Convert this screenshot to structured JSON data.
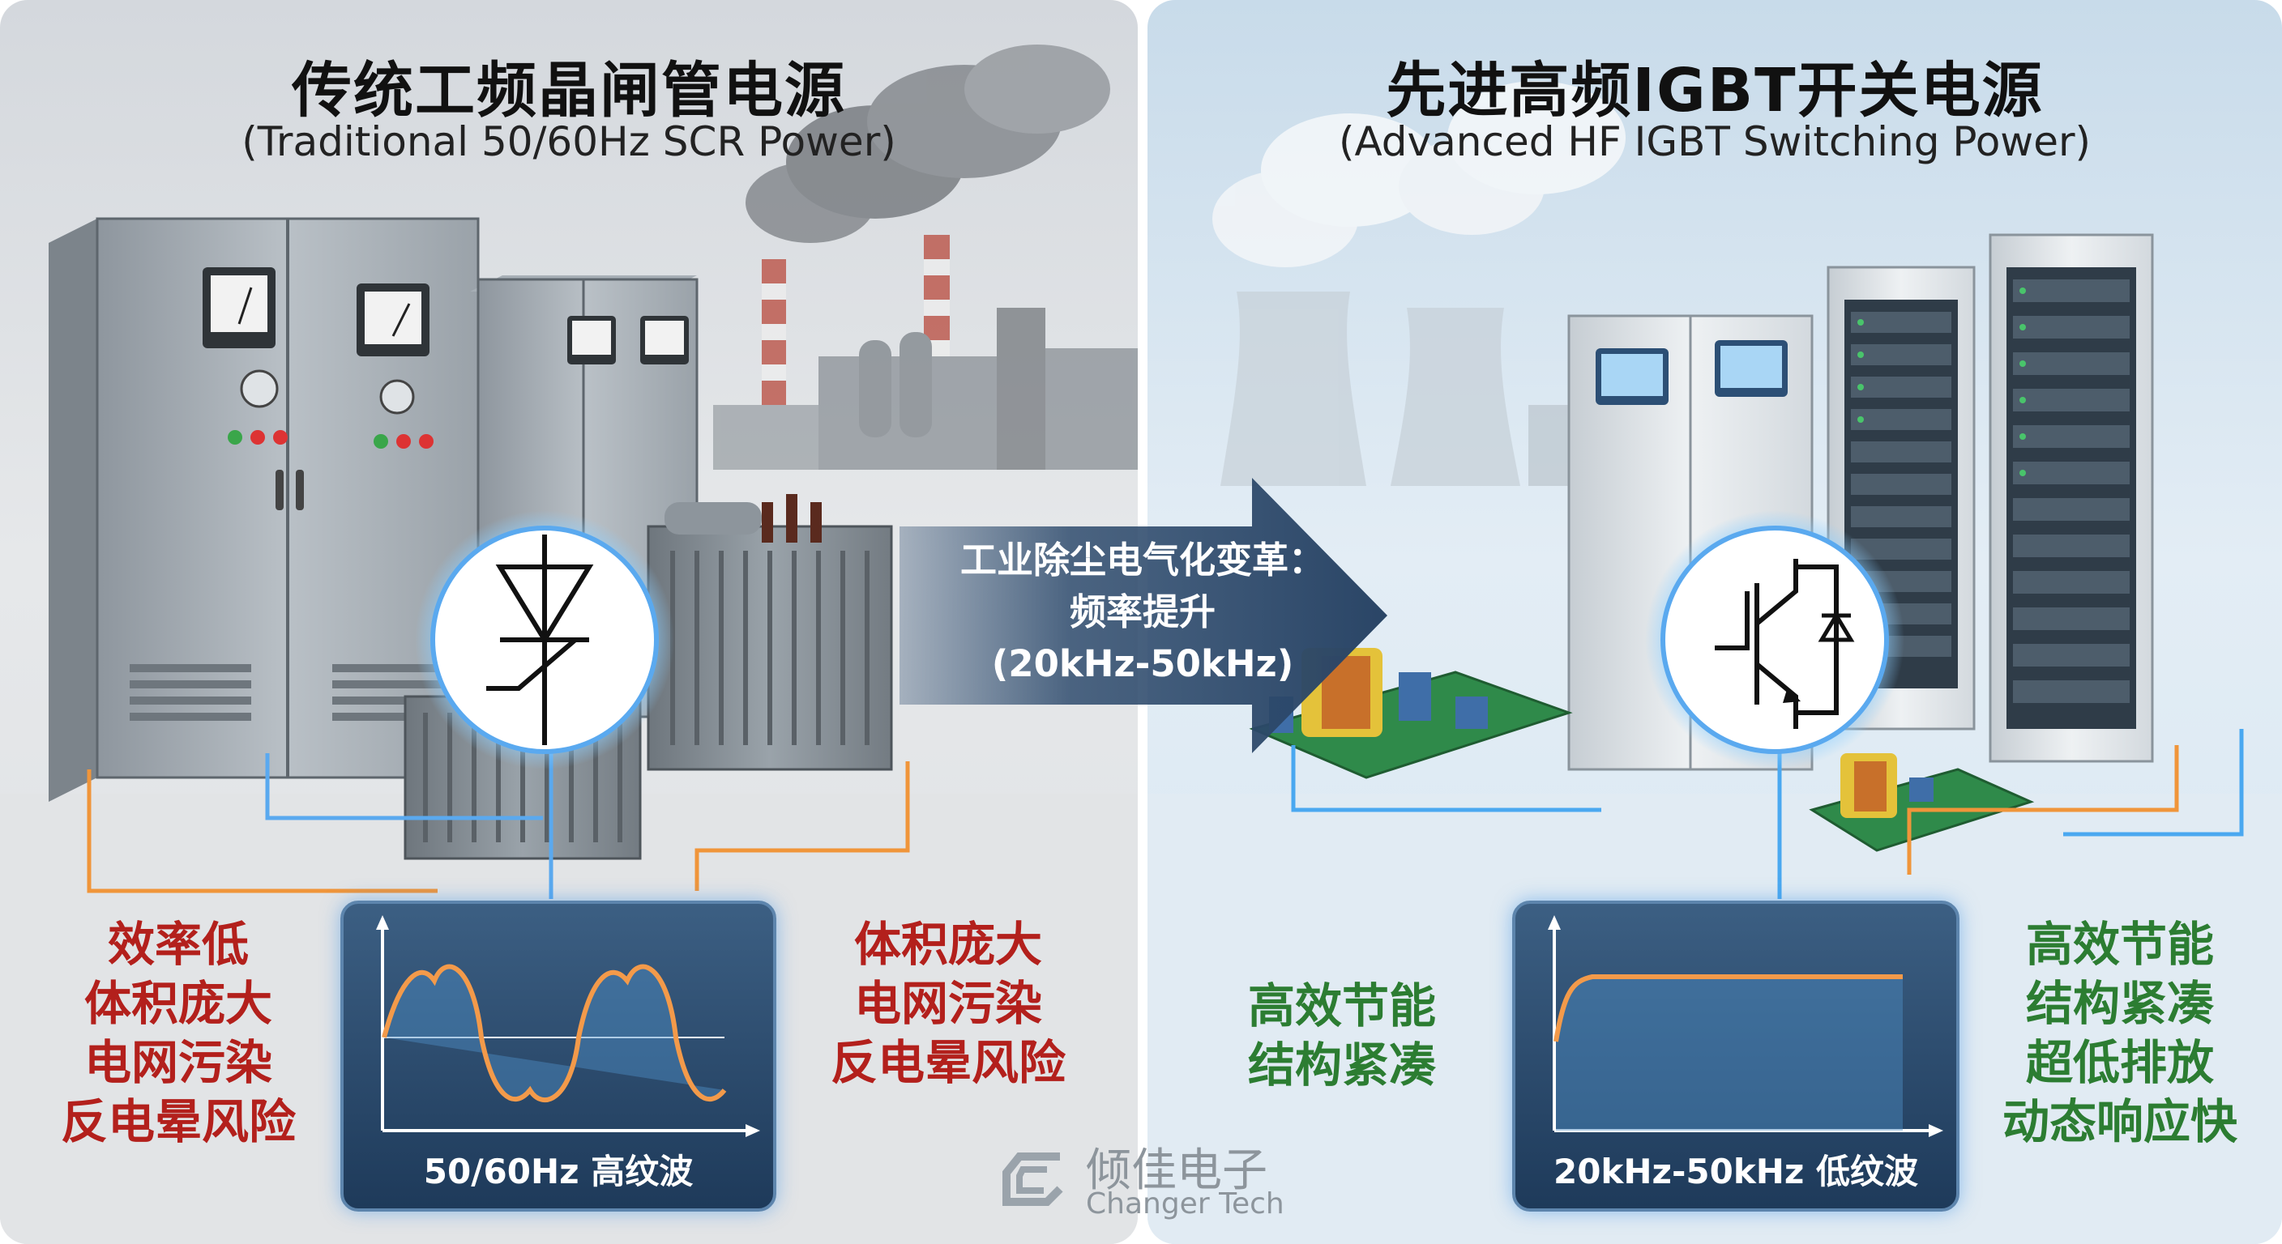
{
  "left_panel": {
    "title": "传统工频晶闸管电源",
    "subtitle": "(Traditional 50/60Hz SCR Power)",
    "symbol": "scr-thyristor-icon",
    "traits_left": [
      "效率低",
      "体积庞大",
      "电网污染",
      "反电晕风险"
    ],
    "traits_right": [
      "体积庞大",
      "电网污染",
      "反电晕风险"
    ],
    "wave_caption": "50/60Hz 高纹波",
    "colors": {
      "trait": "#b3201c",
      "wire": "#f0953a",
      "glow": "#5aa9ef"
    }
  },
  "center_arrow": {
    "lines": [
      "工业除尘电气化变革：",
      "频率提升",
      "(20kHz-50kHz)"
    ],
    "color": "#2f4c6e"
  },
  "right_panel": {
    "title": "先进高频IGBT开关电源",
    "subtitle": "(Advanced HF IGBT Switching Power)",
    "symbol": "igbt-icon",
    "traits_left": [
      "高效节能",
      "结构紧凑"
    ],
    "traits_right": [
      "高效节能",
      "结构紧凑",
      "超低排放",
      "动态响应快"
    ],
    "wave_caption": "20kHz-50kHz 低纹波",
    "colors": {
      "trait": "#2c7d32",
      "wire": "#4aa8f0",
      "glow": "#5aa9ef"
    }
  },
  "watermark": {
    "cn": "倾佳电子",
    "en": "Changer Tech"
  }
}
